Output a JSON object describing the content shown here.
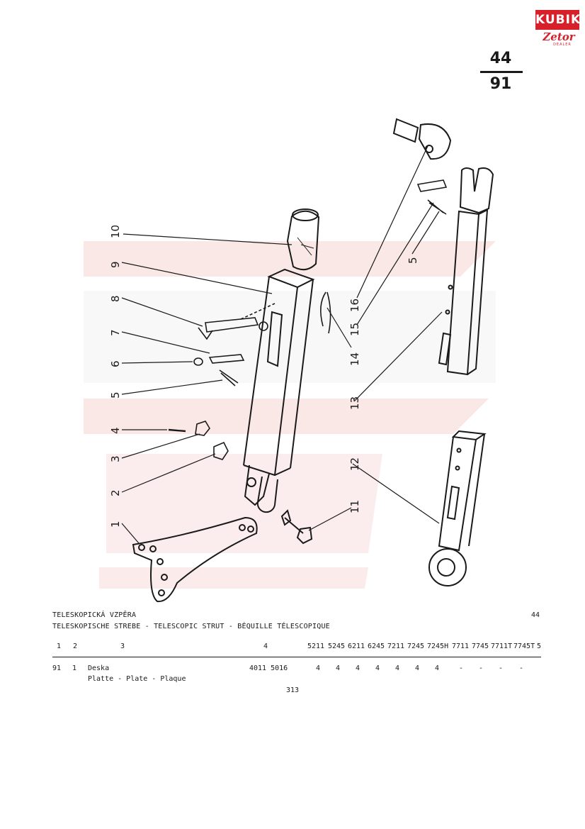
{
  "logo": {
    "brand_top": "KUBIK",
    "brand_bottom": "Zetor",
    "brand_sub": "DEALER"
  },
  "page_number": {
    "top": "44",
    "bottom": "91"
  },
  "callouts": [
    "1",
    "2",
    "3",
    "4",
    "5",
    "6",
    "7",
    "8",
    "9",
    "10",
    "11",
    "12",
    "13",
    "14",
    "15",
    "16",
    "5"
  ],
  "header": {
    "line1": "TELESKOPICKÁ VZPĚRA",
    "line2": "TELESKOPISCHE STREBE - TELESCOPIC STRUT - BÉQUILLE TÉLESCOPIQUE",
    "number": "44"
  },
  "table": {
    "columns": [
      "1",
      "2",
      "3",
      "4",
      "5211",
      "5245",
      "6211",
      "6245",
      "7211",
      "7245",
      "7245H",
      "7711",
      "7745",
      "7711T",
      "7745T",
      "5"
    ],
    "rows": [
      {
        "c1": "91",
        "c2": "1",
        "name": "Deska",
        "name2": "Platte - Plate - Plaque",
        "part_no": "4011 5016",
        "qty": [
          "4",
          "4",
          "4",
          "4",
          "4",
          "4",
          "4",
          "-",
          "-",
          "-",
          "-"
        ]
      }
    ]
  },
  "footer": {
    "page": "313"
  },
  "colors": {
    "watermark": "#f7d8d6",
    "brand_red": "#d8202a"
  }
}
